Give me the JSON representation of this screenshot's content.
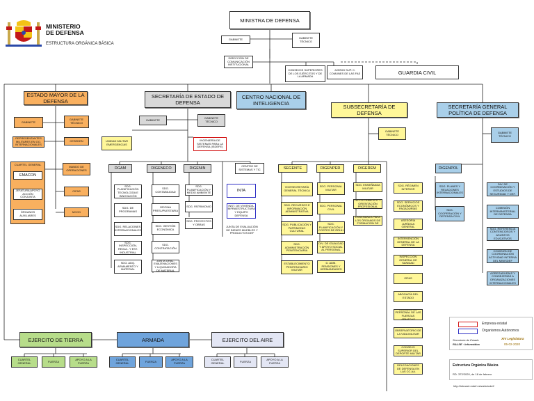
{
  "header": {
    "ministry_line1": "MINISTERIO",
    "ministry_line2": "DE DEFENSA",
    "subtitle": "ESTRUCTURA ORGÁNICA BÁSICA"
  },
  "top": {
    "ministra": "MINISTRA DE DEFENSA",
    "gabinete": "GABINETE",
    "gabinete_tecnico": "GABINETE TÉCNICO",
    "direccion_com": "DIRECCIÓN DE COMUNICACIÓN INSTITUCIONAL",
    "consejos": "CONSEJOS SUPERIORES DE LOS EJÉRCITOS Y DE LA ARMADA",
    "juntas": "JUNTAS SUP. C. COMUNES DE LAS FAS",
    "guardia_civil": "GUARDIA CIVIL"
  },
  "emad": {
    "title": "ESTADO MAYOR DE LA DEFENSA",
    "gabinete": "GABINETE",
    "gabinete_tecnico": "GABINETE TÉCNICO",
    "representantes": "REPRESENTANTES MILITARES EN OO. INTERNACIONALES",
    "cesedem": "CESEDEN",
    "cuartel": "CUARTEL GENERAL",
    "emacon": "EMACON",
    "jefatura": "JEFATURA APOYO ACCIÓN CONJUNTA",
    "organos": "ÓRGANOS AUXILIARES",
    "mando_op": "MANDO DE OPERACIONES",
    "cifas": "CIFAS",
    "mccd": "MCCD"
  },
  "seden": {
    "title": "SECRETARÍA DE ESTADO DE DEFENSA",
    "gabinete": "GABINETE",
    "gabinete_tecnico": "GABINETE TÉCNICO",
    "ingenieria": "INGENIERÍA DE SISTEMAS PARA LA DEFENSA (ISDEFE)",
    "ume": "UNIDAD MILITAR EMERGENCIAS",
    "dgam": "DGAM",
    "digeneco": "DIGENECO",
    "diginfra": "DIGENIN",
    "centro_sist": "CENTRO DE SISTEMAS Y TIC",
    "dgam_items": [
      "SDG. PLANIFICACIÓN TECNOLOGÍA E INNOVACIÓN",
      "SDG. DE PROGRAMAS",
      "SDG. RELACIONES INTERNACIONALES",
      "SDG. INSPECCIÓN, REGUL. Y EST. INDUSTRIAL",
      "SDG. ADQ. ARMAMENTO Y MATERIAL"
    ],
    "digeneco_items": [
      "SDG. CONTABILIDAD",
      "OFICINA PRESUPUESTARIA",
      "SDG. GESTIÓN ECONÓMICA",
      "SDG. CONTRATACIÓN",
      "JUNTA GRAL. ENAJENACIONES Y LIQUIDADORA DE MATERIAL"
    ],
    "diginfra_items": [
      "SDG. PLANIFICACIÓN Y MEDIO AMBIENTE",
      "SDG. PATRIMONIO",
      "SDG. PROYECTOS Y OBRAS"
    ],
    "inta": "INTA",
    "invied": "INST. DE VIVIENDA, INFRAESTRUCTURA Y EQUIPO DEFENSA",
    "junta_eval": "JUNTA DE EVALUACIÓN DE BIENES MUEBLES Y PRODUCTOS DEF"
  },
  "cni": {
    "title": "CENTRO NACIONAL DE INTELIGENCIA"
  },
  "subdef": {
    "title": "SUBSECRETARÍA DE DEFENSA",
    "gabinete_tecnico": "GABINETE TÉCNICO",
    "segente": "SEGENTE",
    "digenper": "DIGENPER",
    "digerem": "DIGEREM",
    "segente_items": [
      "VICESECRETARÍA GENERAL TÉCNICA",
      "SDG. RECURSOS E INFORMACIÓN ADMINISTRATIVA",
      "SDG. PUBLICACIÓN Y PATRIMONIO CULTURAL",
      "SDG. ADMINISTRACIÓN PENITENCIARIA",
      "ESTABLECIMIENTO PENITENCIARIO MILITAR"
    ],
    "digenper_items": [
      "SDG. PERSONAL MILITAR",
      "SDG. PERSONAL CIVIL",
      "SDG. PLANIFICACIÓN Y COSTES DE RRHH",
      "DIV. DE IGUALDAD Y APOYO SOCIAL AL PERSONAL",
      "D. ADM. PENSIONES Y HERMANDADES"
    ],
    "digerem_items": [
      "SDG. ENSEÑANZA MILITAR",
      "RECLUTAMIENTO Y ORIENTACIÓN PROFESIONAL",
      "CONSEJO DE ENSEÑANZA PARA LOS ÓRGANOS DE FORMACIÓN DE LAS FAS"
    ],
    "right_items": [
      "SDG. RÉGIMEN INTERIOR",
      "SDG. SERVICIOS ECONÓMICOS Y PAGADURÍAS",
      "ASESORÍA JURÍDICA GENERAL",
      "INTERVENCIÓN GENERAL DE LA DEFENSA",
      "INSPECCIÓN GENERAL DE SANIDAD",
      "ISFAS",
      "ABOGACÍA DEL ESTADO",
      "CONSEJO DE PERSONAL DE LAS FUERZAS ARMADAS",
      "OBSERVATORIO DE LA VIDA MILITAR",
      "CONSEJO SUPERIOR DEL DEPORTE MILITAR",
      "DELEGACIONES DE DEFENSA EN LAS CC.AA."
    ]
  },
  "segenpol": {
    "title": "SECRETARÍA GENERAL POLÍTICA DE DEFENSA",
    "gabinete_tecnico": "GABINETE TÉCNICO",
    "digenpol": "DIGENPOL",
    "left_items": [
      "SDG. PLANES Y RELACIONES INTERNACIONALES",
      "SDG. COOPERACIÓN Y DEFENSA CIVIL"
    ],
    "right_items": [
      "DIV. DE COORDINACIÓN Y ESTUDIOS DE SEGURIDAD Y DEF.",
      "COMISIÓN INTERMINISTERIAL DE DEFENSA",
      "SDG. REFERENCIA CONTENCIOSOS Y ASUNTOS EDUCATIVOS",
      "COMISIÓN DE COORDINACIÓN ACTIVIDAD INTERNA DEL MINISDEF",
      "AGREGADURÍAS Y CONSEJERÍAS A ORGANIZACIONES INTERNACIONALES"
    ]
  },
  "armies": {
    "tierra": "EJERCITO DE TIERRA",
    "armada": "ARMADA",
    "aire": "EJERCITO DEL AIRE",
    "children": [
      "CUARTEL GENERAL",
      "FUERZA",
      "APOYO A LA FUERZA"
    ]
  },
  "legend": {
    "empresa": "Empresa estatal",
    "organismos": "Organismos Autónomos",
    "secretaria": "Secretaría de Estado",
    "ralse": "RALSE · Informática",
    "legislatura": "XIV Legislatura",
    "date": "05-02-2020",
    "estructura": "Estructura Orgánica Básica",
    "rd": "RD. 372/2020, de 18 de febrero",
    "url": "http://intranet.mdef.es/webcicdef/"
  },
  "colors": {
    "orange": "#f9b05f",
    "gray": "#d8d8d8",
    "blue": "#a9cfe9",
    "yellow": "#fff799",
    "green": "#b7dd8a",
    "red": "#d31818",
    "navy": "#2d2ec4"
  }
}
